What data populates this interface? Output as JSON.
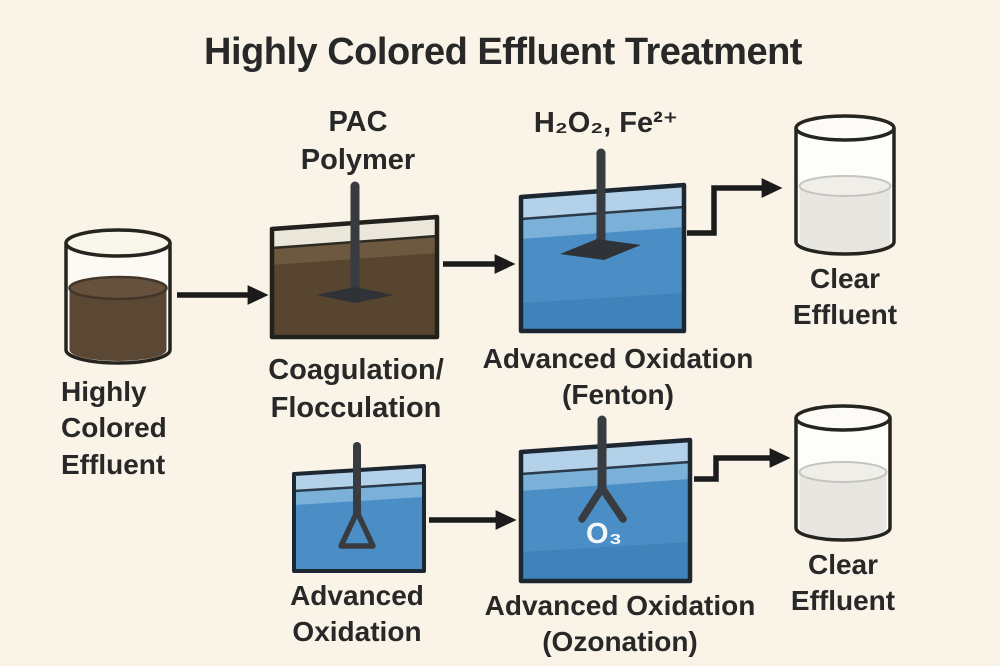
{
  "title": "Highly Colored Effluent Treatment",
  "labels": {
    "influent": [
      "Highly",
      "Colored",
      "Effluent"
    ],
    "pac": [
      "PAC",
      "Polymer"
    ],
    "coagulation": [
      "Coagulation/",
      "Flocculation"
    ],
    "fenton_reagents": "H₂O₂, Fe²⁺",
    "fenton": [
      "Advanced Oxidation",
      "(Fenton)"
    ],
    "clear_effluent_top": [
      "Clear",
      "Effluent"
    ],
    "advanced_oxidation": [
      "Advanced",
      "Oxidation"
    ],
    "ozone": "O₃",
    "ozonation": [
      "Advanced Oxidation",
      "(Ozonation)"
    ],
    "clear_effluent_bottom": [
      "Clear",
      "Effluent"
    ]
  },
  "colors": {
    "background": "#faf4e8",
    "text": "#282828",
    "outline": "#23211b",
    "arrow": "#1b1b1b",
    "dark_effluent_liquid": "#5b4834",
    "coagulation_liquid": "#57452f",
    "oxidation_liquid": "#4a8ec5",
    "oxidation_liquid_light": "#7bb0d9",
    "tank_rim_blue": "#b3d2ea",
    "tank_rim_gray": "#ece7db",
    "clear_liquid": "#e8e6e1",
    "glass": "#fcfbf7",
    "stirrer": "#383c41"
  }
}
